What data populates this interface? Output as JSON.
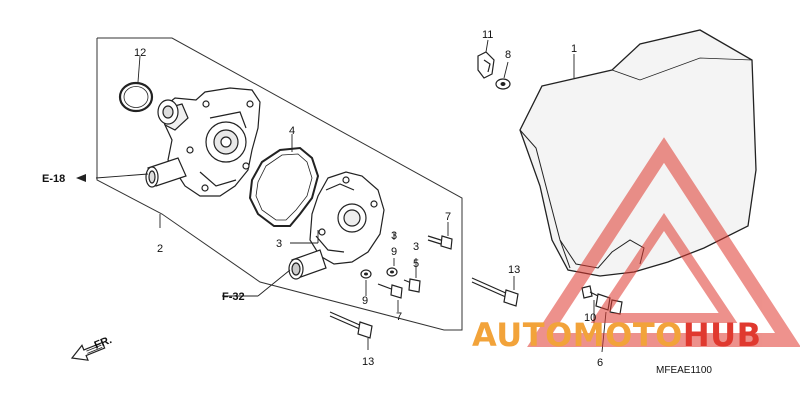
{
  "diagram": {
    "part_labels": {
      "p1": "1",
      "p2": "2",
      "p3a": "3",
      "p3b": "3",
      "p3c": "3",
      "p4": "4",
      "p5": "5",
      "p6": "6",
      "p7a": "7",
      "p7b": "7",
      "p8": "8",
      "p9a": "9",
      "p9b": "9",
      "p10": "10",
      "p11": "11",
      "p12": "12",
      "p13a": "13",
      "p13b": "13"
    },
    "refs": {
      "e18": "E-18",
      "f32": "F-32",
      "fr": "FR."
    },
    "code": "MFEAE1100"
  },
  "watermark": {
    "text_auto": "AUTO",
    "text_moto": "MOTO",
    "text_hub": "HUB",
    "color_red": "#e0392f",
    "color_orange": "#f2a33a"
  }
}
